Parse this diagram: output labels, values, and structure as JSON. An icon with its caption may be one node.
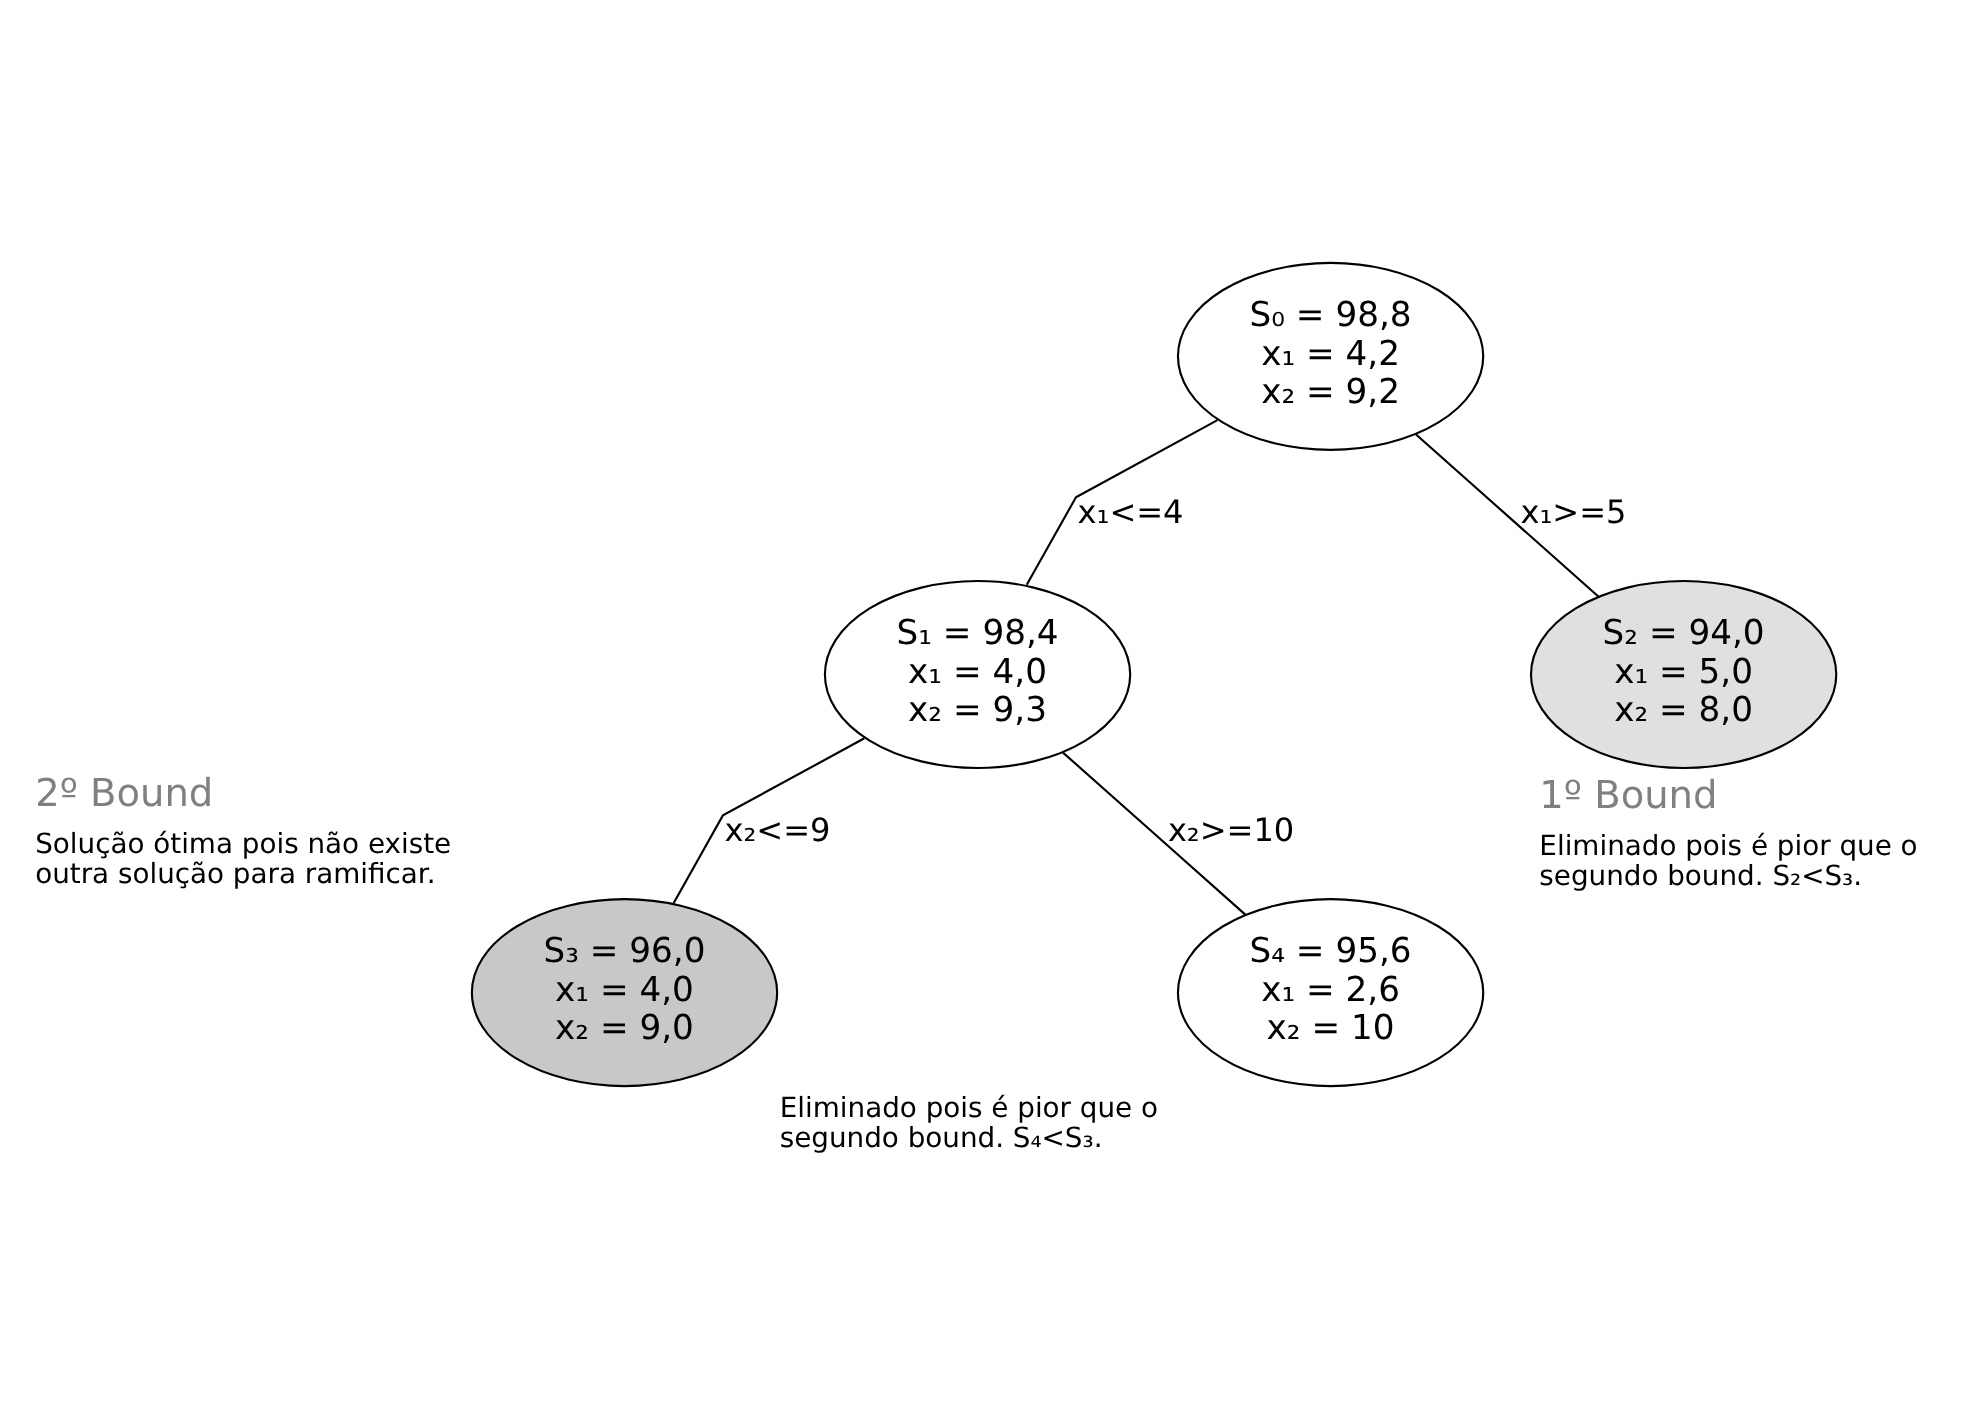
{
  "diagram": {
    "nodes": [
      {
        "text": [
          "S₀ = 98,8",
          "x₁ = 4,2",
          "x₂ = 9,2"
        ]
      },
      {
        "text": [
          "S₁ = 98,4",
          "x₁ = 4,0",
          "x₂ = 9,3"
        ]
      },
      {
        "text": [
          "S₂ = 94,0",
          "x₁ = 5,0",
          "x₂ = 8,0"
        ],
        "beside": [
          "1º Bound",
          "Eliminado pois é pior que o segundo bound. S₂<S₃."
        ]
      },
      {
        "text": [
          "S₃ = 96,0",
          "x₁ = 4,0",
          "x₂ = 9,0"
        ],
        "beside": [
          "2º Bound",
          "Solução ótima pois não existe outra solução para ramificar."
        ]
      },
      {
        "text": [
          "S₄ = 95,6",
          "x₁ = 2,6",
          "x₂ = 10"
        ],
        "beside": [
          "Eliminado pois é pior que o segundo bound. S₄<S₃."
        ]
      }
    ],
    "edges": [
      {
        "from": 0,
        "to": 1,
        "arrow": "none",
        "label": "x₁<=4"
      },
      {
        "from": 0,
        "to": 2,
        "arrow": "none",
        "label": "x₁>=5"
      },
      {
        "from": 1,
        "to": 3,
        "arrow": "none",
        "label": "x₂<=9"
      },
      {
        "from": 1,
        "to": 4,
        "arrow": "none",
        "label": "x₂>=10"
      }
    ]
  }
}
